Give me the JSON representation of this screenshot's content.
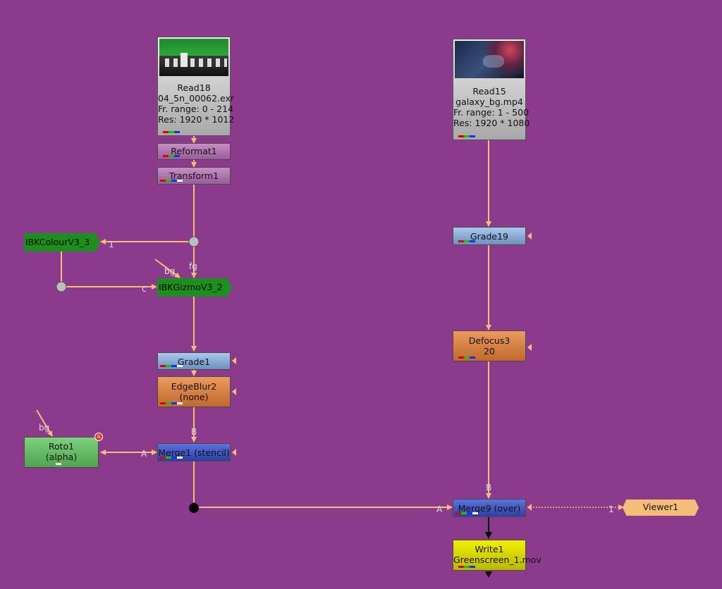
{
  "colors": {
    "background": "#8b3a8c",
    "pipe": "#f7bd78"
  },
  "nodes": {
    "read18": {
      "name": "Read18",
      "file": "04_5n_00062.exr",
      "range": "Fr. range: 0 - 214",
      "res": "Res: 1920 * 1012"
    },
    "reformat1": {
      "label": "Reformat1"
    },
    "transform1": {
      "label": "Transform1"
    },
    "ibkcolour": {
      "label": "IBKColourV3_3"
    },
    "ibkgizmo": {
      "label": "IBKGizmoV3_2"
    },
    "grade1": {
      "label": "Grade1"
    },
    "edgeblur2": {
      "label": "EdgeBlur2",
      "sub": "(none)"
    },
    "roto1": {
      "label": "Roto1",
      "sub": "(alpha)"
    },
    "merge1": {
      "label": "Merge1 (stencil)"
    },
    "read15": {
      "name": "Read15",
      "file": "galaxy_bg.mp4",
      "range": "Fr. range: 1 - 500",
      "res": "Res: 1920 * 1080"
    },
    "grade19": {
      "label": "Grade19"
    },
    "defocus3": {
      "label": "Defocus3",
      "sub": "20"
    },
    "merge9": {
      "label": "Merge9 (over)"
    },
    "viewer1": {
      "label": "Viewer1"
    },
    "write1": {
      "label": "Write1",
      "sub": "Greenscreen_1.mov"
    }
  },
  "pipe_labels": {
    "ibk_one": "1",
    "bg": "bg",
    "fg": "fg",
    "c": "c",
    "merge1_b": "B",
    "merge1_a": "A",
    "roto_bg": "bg",
    "merge9_b": "B",
    "merge9_a": "A",
    "viewer_in": "1"
  }
}
